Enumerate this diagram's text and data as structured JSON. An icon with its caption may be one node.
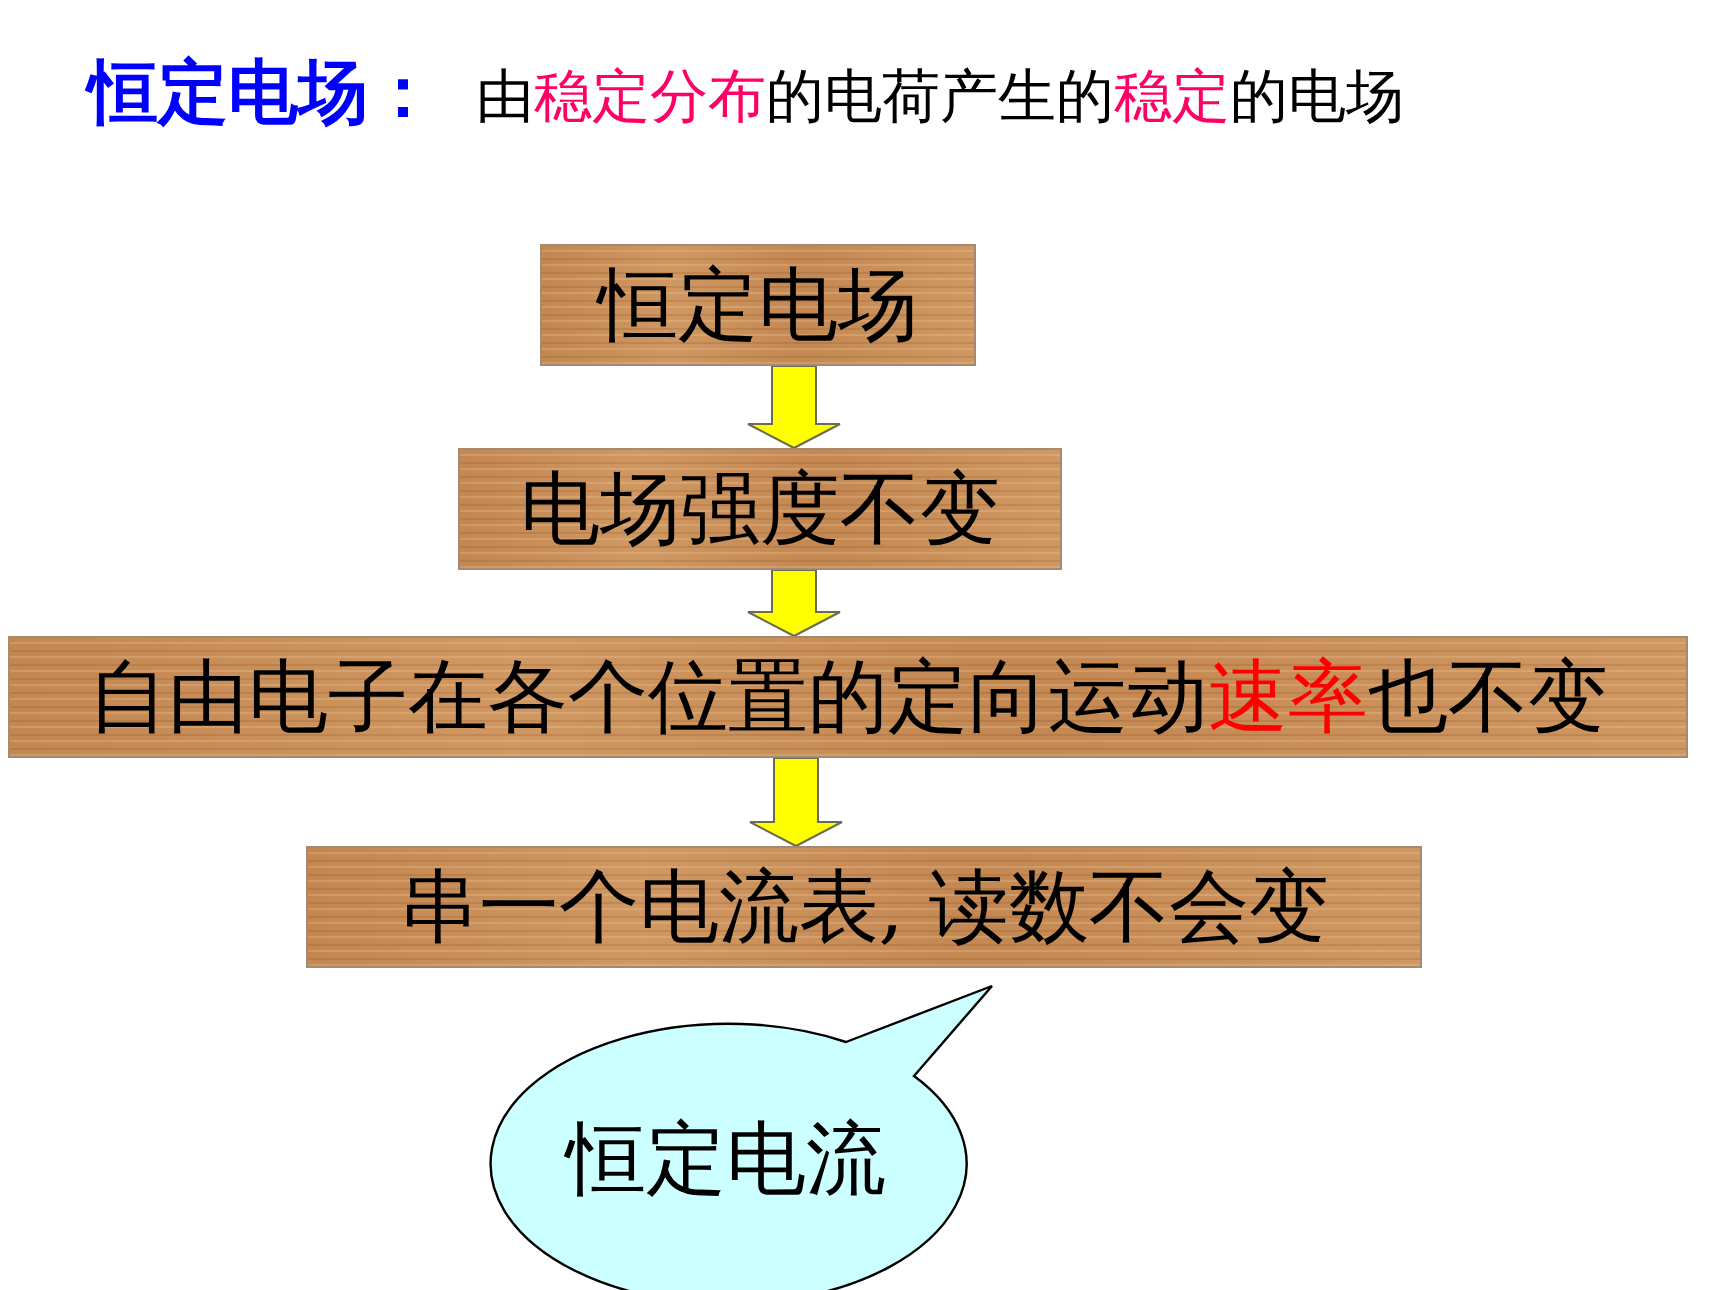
{
  "diagram": {
    "title": "恒定电场：",
    "nodes": [
      {
        "text": [
          "恒定电场"
        ]
      },
      {
        "text": [
          "电场强度不变"
        ]
      },
      {
        "text": [
          "自由电子在各个位置的定向运动**速率**也不变"
        ]
      },
      {
        "text": [
          "串一个电流表, 读数不会变"
        ]
      },
      {
        "text": [
          "恒定电流"
        ]
      }
    ],
    "edges": [
      {
        "from": 0,
        "to": 1,
        "arrow": "to"
      },
      {
        "from": 1,
        "to": 2,
        "arrow": "to"
      },
      {
        "from": 2,
        "to": 3,
        "arrow": "to"
      }
    ],
    "labels": [
      "由**稳定分布**的电荷产生的**稳定**的电场"
    ]
  }
}
